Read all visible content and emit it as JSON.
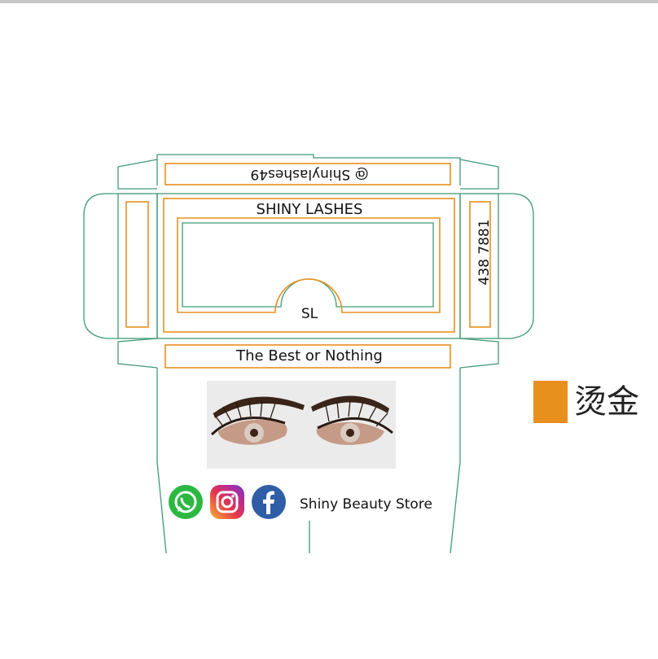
{
  "box": {
    "handle": "@ Shinylashes49",
    "brand": "SHINY LASHES",
    "monogram": "SL",
    "phone": "438 7881",
    "slogan": "The Best or Nothing",
    "store": "Shiny Beauty Store"
  },
  "icons": [
    "whatsapp-icon",
    "instagram-icon",
    "facebook-icon"
  ],
  "legend": {
    "label": "烫金"
  },
  "colors": {
    "gold": "#e8901e",
    "cut_line": "#3f9a76",
    "background": "#ffffff"
  }
}
